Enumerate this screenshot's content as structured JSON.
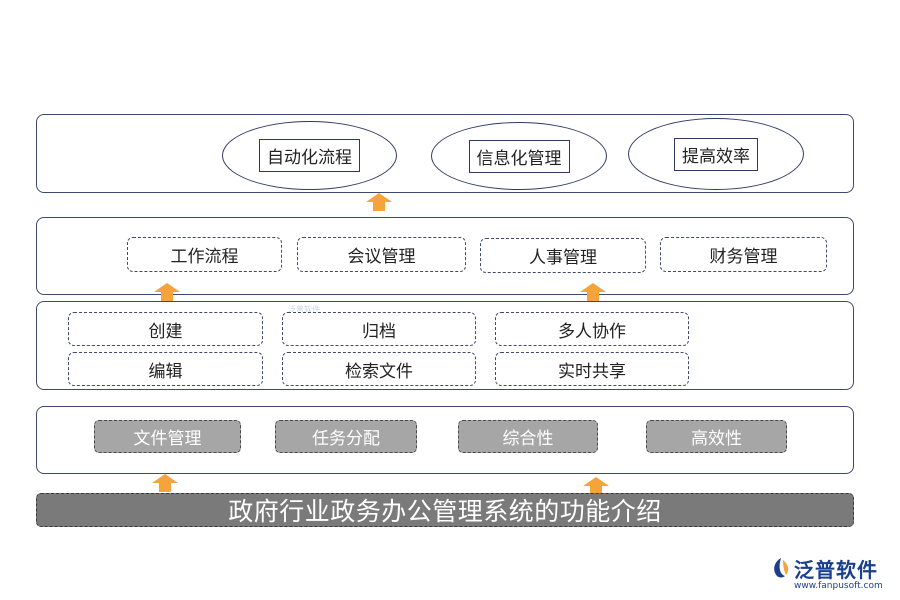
{
  "top_layer": {
    "items": [
      "自动化流程",
      "信息化管理",
      "提高效率"
    ]
  },
  "module_layer": {
    "items": [
      "工作流程",
      "会议管理",
      "人事管理",
      "财务管理"
    ]
  },
  "function_layer": {
    "col1": [
      "创建",
      "编辑"
    ],
    "col2": [
      "归档",
      "检索文件"
    ],
    "col3": [
      "多人协作",
      "实时共享"
    ]
  },
  "feature_layer": {
    "items": [
      "文件管理",
      "任务分配",
      "综合性",
      "高效性"
    ]
  },
  "title_bar": {
    "text": "政府行业政务办公管理系统的功能介绍"
  },
  "watermark": {
    "text": "泛普软件"
  },
  "brand": {
    "name": "泛普软件",
    "url": "www.fanpusoft.com",
    "logo_icon": "fanpu-logo-icon"
  },
  "colors": {
    "arrow": "#f5a33a",
    "gray_box": "#a6a6a6",
    "title_bar": "#7a7a7a",
    "border": "#3d4a6e",
    "brand": "#1a3f8f"
  }
}
